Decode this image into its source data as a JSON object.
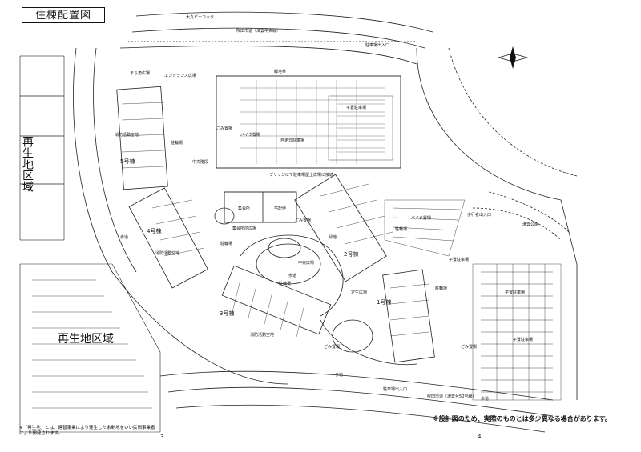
{
  "title": "住棟配置図",
  "notice": "※設計図のため、実際のものとは多少異なる場合があります。",
  "footnote": "※「再生地」とは、建替事業により発生した余剰地をいい民間事業者により開発されます。",
  "page_numbers": [
    "3",
    "4"
  ],
  "areas": {
    "regeneration_left": "再生地区域",
    "regeneration_bottom": "再生地区域"
  },
  "buildings": {
    "b1": "1号棟",
    "b2": "2号棟",
    "b3": "3号棟",
    "b4": "4号棟",
    "b5": "5号棟"
  },
  "facilities": {
    "shukaijo": "集会所",
    "takuhai": "宅配便",
    "jitensha": "自走式駐車場",
    "hirachi1": "平置駐車場",
    "hirachi2": "平置駐車場",
    "hirachi3": "平置駐車場",
    "hirachi4": "平置駐車場",
    "chuo_hiroba": "中央広場",
    "machikado": "まち角広場",
    "entrance": "エントランス広場",
    "shukai_mae": "集会所前広場",
    "tei_sei": "定生広場",
    "chuo_kaidan": "中央階段",
    "bridge": "ブリッジにて駐車場屋上広場に接続",
    "tsuroku": "緑地帯"
  },
  "small_labels": {
    "churin1": "駐輪場",
    "churin2": "駐輪場",
    "churin3": "駐輪場",
    "churin4": "駐輪場",
    "churin5": "駐輪場",
    "bike1": "バイク置場",
    "bike2": "バイク置場",
    "gomi1": "ごみ置場",
    "gomi2": "ごみ置場",
    "gomi3": "ごみ置場",
    "gomi4": "ごみ置場",
    "shobo1": "消防活動空地",
    "shobo2": "消防活動空地",
    "shobo3": "消防活動空地",
    "hodo1": "歩道",
    "hodo2": "歩道",
    "hodo3": "歩道",
    "hodo4": "歩道",
    "ryokuchi": "緑地"
  },
  "roads": {
    "suita_top": "吹田市道（津雲中央線）",
    "daimaru": "大丸ピーコック",
    "parking_exit_top": "駐車場出入口",
    "parking_exit_bottom": "駐車場出入口",
    "suita_bottom": "吹田市道（津雲台50号線）",
    "hokosha": "歩行者出入口",
    "park": "津雲公園"
  }
}
